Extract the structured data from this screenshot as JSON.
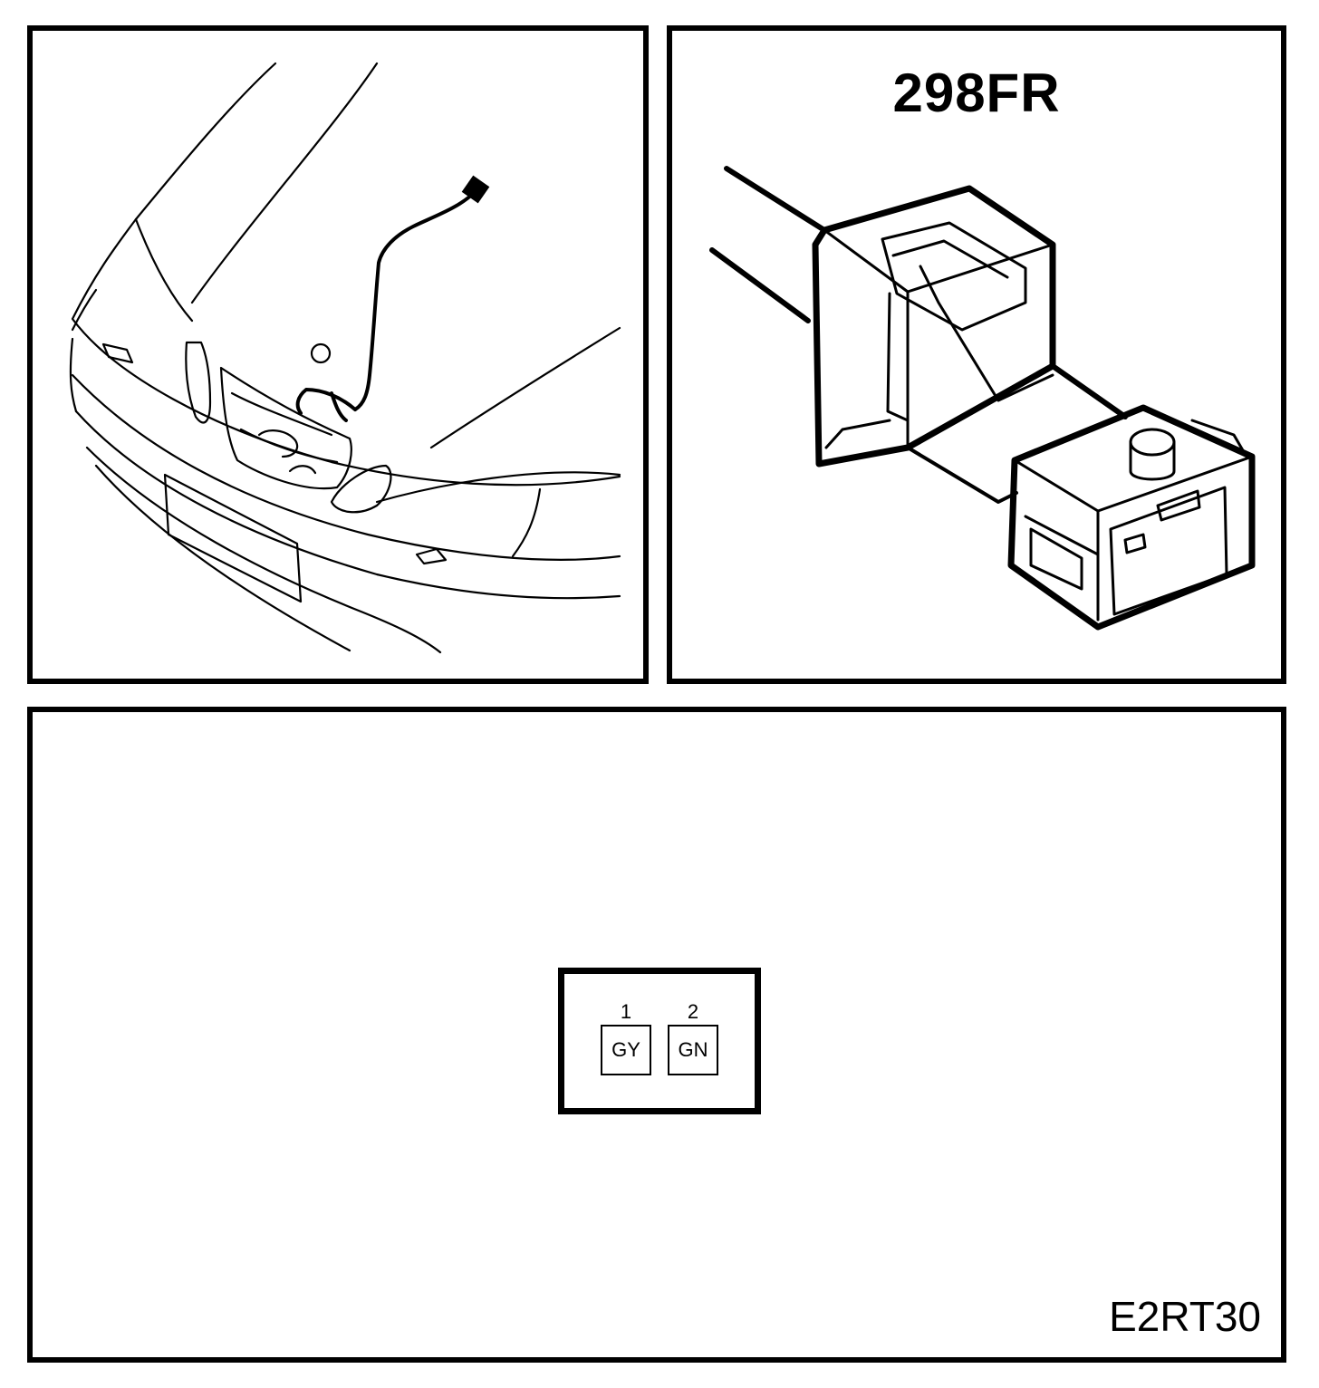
{
  "connector": {
    "name": "298FR"
  },
  "diagram_code": "E2RT30",
  "pins": [
    {
      "number": "1",
      "wire_color": "GY"
    },
    {
      "number": "2",
      "wire_color": "GN"
    }
  ]
}
